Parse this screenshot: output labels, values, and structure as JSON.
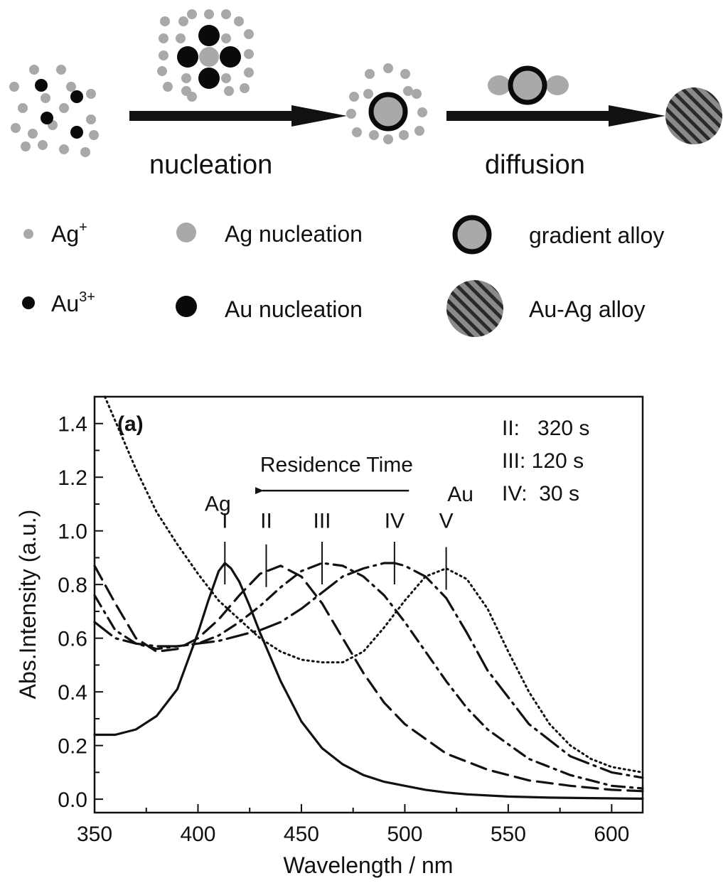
{
  "schematic": {
    "step1_label": "nucleation",
    "step2_label": "diffusion",
    "legend": [
      {
        "key": "ag-ion",
        "base": "Ag",
        "sup": "+"
      },
      {
        "key": "au-ion",
        "base": "Au",
        "sup": "3+"
      },
      {
        "key": "ag-nucleation",
        "text": "Ag nucleation"
      },
      {
        "key": "au-nucleation",
        "text": "Au nucleation"
      },
      {
        "key": "gradient-alloy",
        "text": "gradient alloy"
      },
      {
        "key": "au-ag-alloy",
        "text": "Au-Ag alloy"
      }
    ],
    "colors": {
      "ag": "#a9a9a9",
      "au": "#0a0a0a",
      "alloy_fill": "#6f6f6f"
    }
  },
  "chart_data": {
    "type": "line",
    "panel_label": "(a)",
    "xlabel": "Wavelength / nm",
    "ylabel": "Abs.Intensity (a.u.)",
    "xlim": [
      350,
      615
    ],
    "ylim": [
      -0.05,
      1.5
    ],
    "xticks": [
      350,
      400,
      450,
      500,
      550,
      600
    ],
    "yticks": [
      0.0,
      0.2,
      0.4,
      0.6,
      0.8,
      1.0,
      1.2,
      1.4
    ],
    "grid": false,
    "series": [
      {
        "style": "solid",
        "x": [
          350,
          360,
          370,
          380,
          390,
          400,
          405,
          410,
          413,
          416,
          420,
          425,
          430,
          440,
          450,
          460,
          470,
          480,
          490,
          500,
          510,
          520,
          530,
          550,
          570,
          590,
          615
        ],
        "y": [
          0.24,
          0.24,
          0.26,
          0.31,
          0.41,
          0.62,
          0.74,
          0.85,
          0.88,
          0.86,
          0.81,
          0.72,
          0.62,
          0.44,
          0.29,
          0.19,
          0.13,
          0.09,
          0.065,
          0.05,
          0.035,
          0.025,
          0.018,
          0.01,
          0.006,
          0.004,
          0.002
        ]
      },
      {
        "style": "dashed",
        "x": [
          350,
          360,
          370,
          380,
          390,
          400,
          410,
          420,
          430,
          440,
          450,
          460,
          470,
          480,
          490,
          500,
          520,
          540,
          560,
          580,
          600,
          615
        ],
        "y": [
          0.87,
          0.73,
          0.6,
          0.55,
          0.56,
          0.6,
          0.67,
          0.76,
          0.84,
          0.87,
          0.83,
          0.73,
          0.6,
          0.47,
          0.36,
          0.28,
          0.17,
          0.11,
          0.07,
          0.05,
          0.035,
          0.03
        ]
      },
      {
        "style": "dashdot",
        "x": [
          350,
          360,
          370,
          380,
          390,
          400,
          410,
          420,
          430,
          440,
          450,
          460,
          470,
          480,
          490,
          500,
          510,
          520,
          530,
          540,
          560,
          580,
          600,
          615
        ],
        "y": [
          0.76,
          0.63,
          0.58,
          0.56,
          0.57,
          0.58,
          0.61,
          0.66,
          0.72,
          0.79,
          0.85,
          0.88,
          0.87,
          0.83,
          0.76,
          0.66,
          0.55,
          0.44,
          0.34,
          0.26,
          0.15,
          0.09,
          0.05,
          0.04
        ]
      },
      {
        "style": "longdash-dot",
        "x": [
          350,
          360,
          370,
          380,
          390,
          400,
          410,
          420,
          430,
          440,
          450,
          460,
          470,
          480,
          490,
          495,
          500,
          510,
          520,
          530,
          540,
          560,
          580,
          600,
          615
        ],
        "y": [
          0.66,
          0.6,
          0.58,
          0.57,
          0.57,
          0.58,
          0.59,
          0.61,
          0.63,
          0.66,
          0.71,
          0.77,
          0.83,
          0.86,
          0.88,
          0.88,
          0.87,
          0.83,
          0.75,
          0.62,
          0.48,
          0.28,
          0.16,
          0.1,
          0.08
        ]
      },
      {
        "style": "dotted",
        "x": [
          355,
          360,
          370,
          380,
          390,
          400,
          410,
          420,
          430,
          440,
          450,
          460,
          470,
          480,
          490,
          500,
          510,
          520,
          530,
          540,
          550,
          560,
          570,
          580,
          590,
          600,
          615
        ],
        "y": [
          1.5,
          1.41,
          1.23,
          1.07,
          0.95,
          0.84,
          0.74,
          0.67,
          0.6,
          0.55,
          0.52,
          0.51,
          0.51,
          0.55,
          0.64,
          0.74,
          0.83,
          0.86,
          0.82,
          0.71,
          0.55,
          0.4,
          0.28,
          0.2,
          0.15,
          0.12,
          0.1
        ]
      }
    ],
    "annotations": {
      "markers": [
        {
          "label": "I",
          "x": 413,
          "y": 0.88
        },
        {
          "label": "II",
          "x": 433,
          "y": 0.87
        },
        {
          "label": "III",
          "x": 460,
          "y": 0.88
        },
        {
          "label": "IV",
          "x": 495,
          "y": 0.88
        },
        {
          "label": "V",
          "x": 520,
          "y": 0.86
        }
      ],
      "ag_label": "Ag",
      "au_label": "Au",
      "arrow_text": "Residence Time",
      "arrow_from_x": 502,
      "arrow_to_x": 427,
      "legend_lines": [
        "II:   320 s",
        "III: 120 s",
        "IV:  30 s"
      ]
    }
  }
}
